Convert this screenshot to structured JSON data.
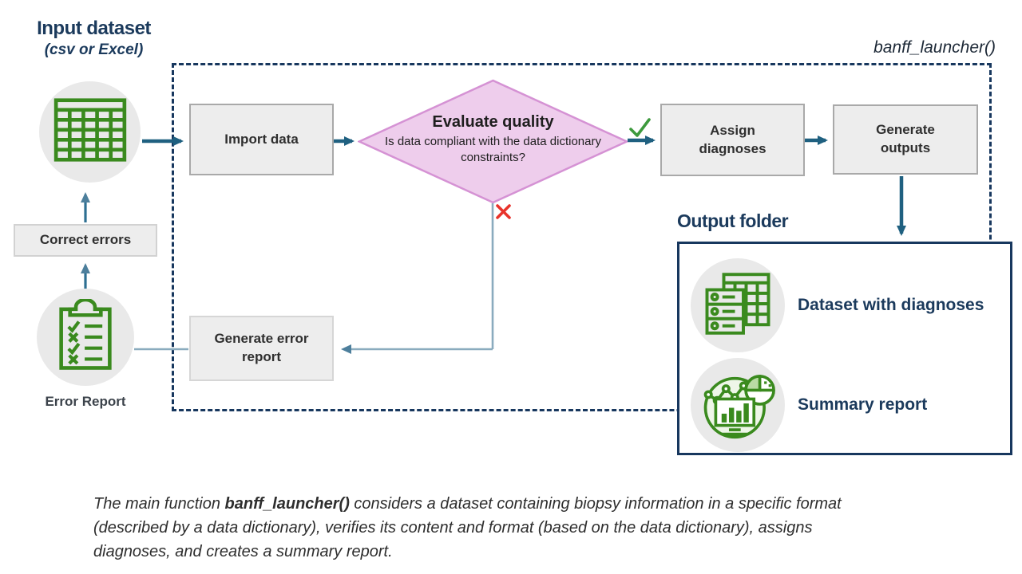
{
  "header": {
    "input_title": "Input dataset",
    "input_subtitle": "(csv or Excel)",
    "function_label": "banff_launcher()",
    "output_folder_title": "Output folder"
  },
  "nodes": {
    "import_data": "Import data",
    "evaluate_quality_title": "Evaluate quality",
    "evaluate_quality_question": "Is data compliant with the data dictionary constraints?",
    "assign_diagnoses": "Assign diagnoses",
    "generate_outputs": "Generate outputs",
    "correct_errors": "Correct errors",
    "generate_error_report": "Generate error report"
  },
  "badges": {
    "error_report_label": "Error Report"
  },
  "output_items": [
    {
      "label": "Dataset with diagnoses",
      "icon": "database-table-icon"
    },
    {
      "label": "Summary report",
      "icon": "summary-chart-icon"
    }
  ],
  "decision_marks": {
    "yes_mark": "check",
    "no_mark": "cross"
  },
  "caption": {
    "part1": "The main function ",
    "bold": "banff_launcher()",
    "part2": " considers a dataset containing biopsy information in a specific format (described by a data dictionary), verifies its content and format (based on the data dictionary), assigns diagnoses, and creates a summary report."
  },
  "colors": {
    "navy": "#1b3a5c",
    "frame_navy": "#17375e",
    "arrow_teal": "#1f6080",
    "thin_line_steel": "#8aabbe",
    "steel_arrowhead": "#4d7f9c",
    "icon_green": "#3a8a1e",
    "check_green": "#3d9a3d",
    "cross_red": "#e8332b",
    "diamond_fill": "#eecdec",
    "diamond_stroke": "#d592d4",
    "box_fill": "#ededed",
    "circle_gray": "#e9e9e9"
  }
}
